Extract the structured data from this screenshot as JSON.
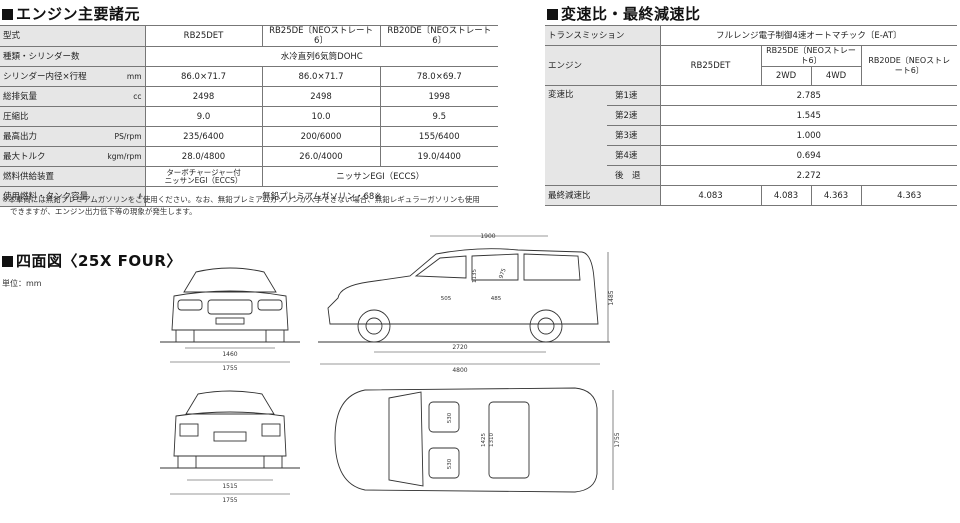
{
  "engine_section": {
    "title": "エンジン主要諸元",
    "header": {
      "label": "型式",
      "cols": [
        "RB25DET",
        "RB25DE〔NEOストレート6〕",
        "RB20DE〔NEOストレート6〕"
      ]
    },
    "rows": [
      {
        "label": "種類・シリンダー数",
        "unit": "",
        "merged": "水冷直列6気筒DOHC"
      },
      {
        "label": "シリンダー内径×行程",
        "unit": "mm",
        "values": [
          "86.0×71.7",
          "86.0×71.7",
          "78.0×69.7"
        ]
      },
      {
        "label": "総排気量",
        "unit": "cc",
        "values": [
          "2498",
          "2498",
          "1998"
        ]
      },
      {
        "label": "圧縮比",
        "unit": "",
        "values": [
          "9.0",
          "10.0",
          "9.5"
        ]
      },
      {
        "label": "最高出力",
        "unit": "PS/rpm",
        "values": [
          "235/6400",
          "200/6000",
          "155/6400"
        ]
      },
      {
        "label": "最大トルク",
        "unit": "kgm/rpm",
        "values": [
          "28.0/4800",
          "26.0/4000",
          "19.0/4400"
        ]
      },
      {
        "label": "燃料供給装置",
        "unit": "",
        "first_line1": "ターボチャージャー付",
        "first_line2": "ニッサンEGI（ECCS）",
        "merged_rest": "ニッサンEGI（ECCS）"
      },
      {
        "label": "使用燃料・タンク容量",
        "unit": "ℓ",
        "merged": "無鉛プレミアムガソリン・68※"
      }
    ],
    "note_line1": "※本車両には無鉛プレミアムガソリンをご使用ください。なお、無鉛プレミアムガソリンが入手できない場合、無鉛レギュラーガソリンも使用",
    "note_line2": "できますが、エンジン出力低下等の現象が発生します。"
  },
  "gear_section": {
    "title": "変速比・最終減速比",
    "transmission_label": "トランスミッション",
    "transmission_value": "フルレンジ電子制御4速オートマチック〔E-AT〕",
    "engine_label": "エンジン",
    "col_rb25det": "RB25DET",
    "col_rb25de": "RB25DE〔NEOストレート6〕",
    "col_2wd": "2WD",
    "col_4wd": "4WD",
    "col_rb20de": "RB20DE〔NEOストレート6〕",
    "ratio_label": "変速比",
    "gears": [
      {
        "label": "第1速",
        "value": "2.785"
      },
      {
        "label": "第2速",
        "value": "1.545"
      },
      {
        "label": "第3速",
        "value": "1.000"
      },
      {
        "label": "第4速",
        "value": "0.694"
      },
      {
        "label": "後　退",
        "value": "2.272"
      }
    ],
    "final_label": "最終減速比",
    "final_values": [
      "4.083",
      "4.083",
      "4.363",
      "4.363"
    ]
  },
  "drawing_section": {
    "title": "四面図〈25X FOUR〉",
    "unit_note": "単位：mm",
    "dims": {
      "front_tread": "1460",
      "front_width": "1755",
      "rear_tread": "1515",
      "rear_width": "1755",
      "top_length": "1900",
      "height": "1485",
      "wheelbase": "2720",
      "overall_length": "4800",
      "seat_a": "505",
      "seat_b": "485",
      "seat_c": "1135",
      "seat_d": "975",
      "plan_530a": "530",
      "plan_530b": "530",
      "plan_1425": "1425",
      "plan_1310": "1310",
      "plan_width": "1755"
    }
  }
}
